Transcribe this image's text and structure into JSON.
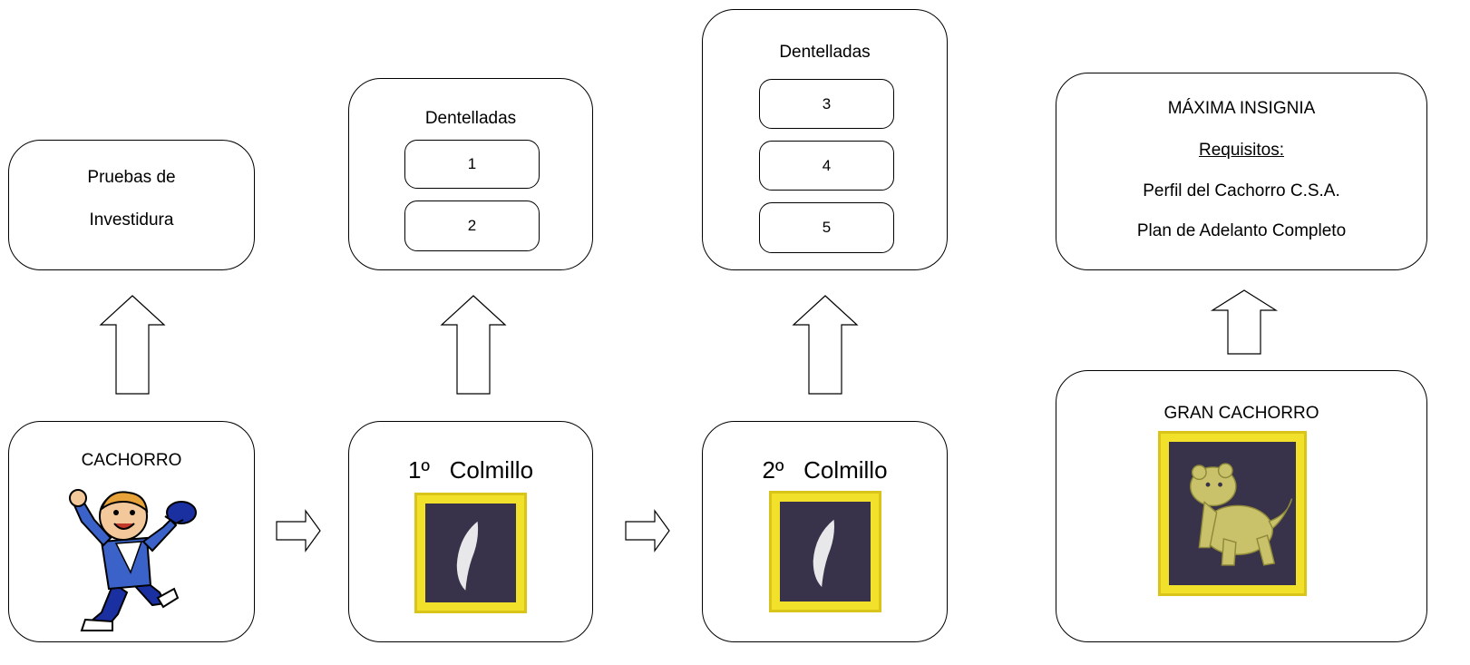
{
  "investidura": {
    "line1": "Pruebas de",
    "line2": "Investidura"
  },
  "dentelladas_1": {
    "title": "Dentelladas",
    "items": [
      "1",
      "2"
    ]
  },
  "dentelladas_2": {
    "title": "Dentelladas",
    "items": [
      "3",
      "4",
      "5"
    ]
  },
  "maxima": {
    "title": "MÁXIMA INSIGNIA",
    "requisitos": "Requisitos:",
    "req1": "Perfil del Cachorro C.S.A.",
    "req2": "Plan de Adelanto Completo"
  },
  "cachorro": {
    "title": "CACHORRO",
    "icon": "scout-cub-cartoon"
  },
  "colmillo_1": {
    "num": "1º",
    "label": "Colmillo",
    "icon": "fang-badge"
  },
  "colmillo_2": {
    "num": "2º",
    "label": "Colmillo",
    "icon": "fang-badge"
  },
  "gran_cachorro": {
    "title": "GRAN CACHORRO",
    "icon": "lion-cub-badge"
  },
  "colors": {
    "badge_border": "#f2e12a",
    "badge_field": "#38324a",
    "fang": "#e8e8ea",
    "stroke": "#000000"
  }
}
